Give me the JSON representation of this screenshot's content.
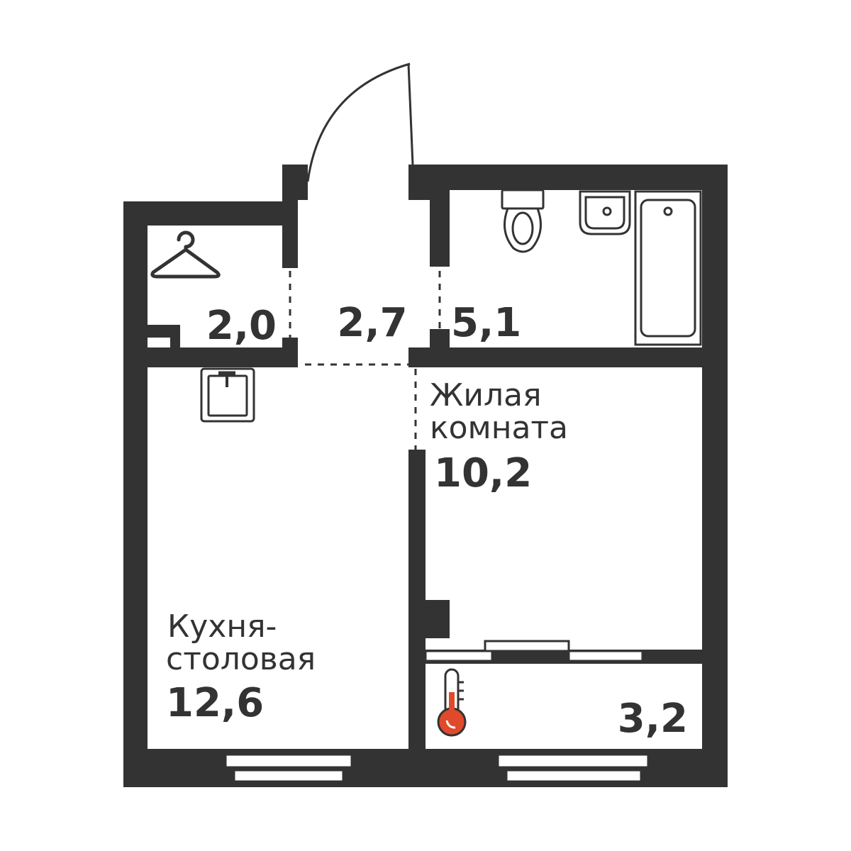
{
  "colors": {
    "wall": "#333333",
    "background": "#ffffff",
    "accent": "#e04a2a"
  },
  "rooms": {
    "wardrobe": {
      "area": "2,0",
      "icon": "hanger-icon"
    },
    "hallway": {
      "area": "2,7"
    },
    "bathroom": {
      "area": "5,1",
      "icons": [
        "toilet-icon",
        "sink-icon",
        "bathtub-icon"
      ]
    },
    "living": {
      "name_line1": "Жилая",
      "name_line2": "комната",
      "area": "10,2"
    },
    "kitchen": {
      "name_line1": "Кухня-",
      "name_line2": "столовая",
      "area": "12,6",
      "icon": "kitchen-sink-icon"
    },
    "balcony": {
      "area": "3,2",
      "icon": "thermometer-icon"
    }
  }
}
